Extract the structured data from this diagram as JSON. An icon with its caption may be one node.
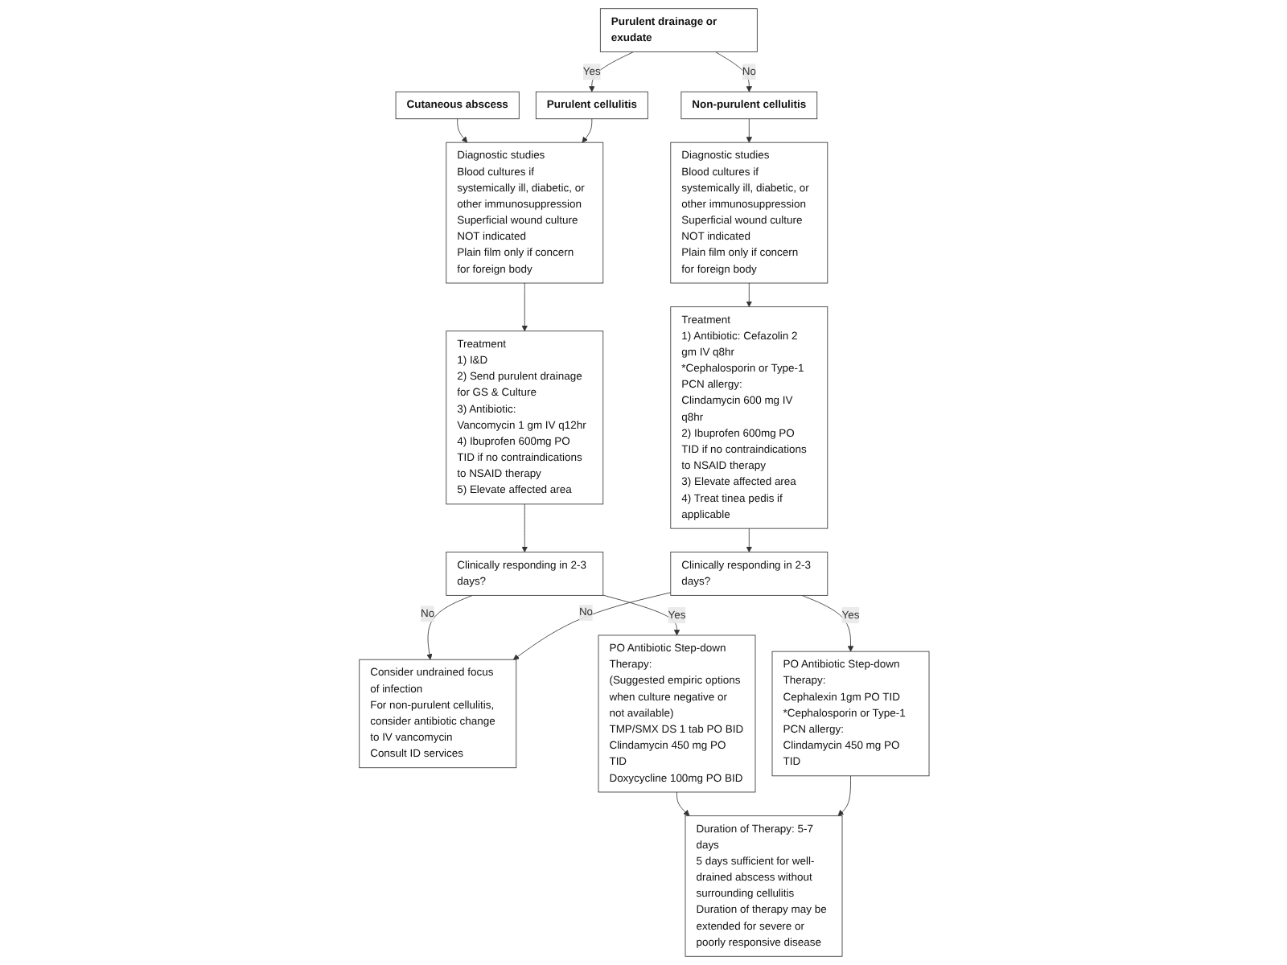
{
  "diagram": {
    "nodes": [
      {
        "text": [
          "Cutaneous abscess"
        ]
      },
      {
        "text": [
          "Purulent drainage or exudate"
        ]
      },
      {
        "text": [
          "Purulent cellulitis"
        ]
      },
      {
        "text": [
          "Non-purulent cellulitis"
        ]
      },
      {
        "text": [
          "Diagnostic studies",
          "Blood cultures if systemically ill, diabetic, or other immunosuppression",
          "Superficial wound culture NOT indicated",
          "Plain film only if concern for foreign body"
        ]
      },
      {
        "text": [
          "Diagnostic studies",
          "Blood cultures if systemically ill, diabetic, or other immunosuppression",
          "Superficial wound culture NOT indicated",
          "Plain film only if concern for foreign body"
        ]
      },
      {
        "text": [
          "Treatment",
          "1) I&D",
          "2) Send purulent drainage for GS & Culture",
          "3) Antibiotic:",
          "Vancomycin 1 gm IV q12hr",
          "4) Ibuprofen 600mg PO TID if no contraindications to NSAID therapy",
          "5) Elevate affected area"
        ]
      },
      {
        "text": [
          "Clinically responding in 2-3 days?"
        ]
      },
      {
        "text": [
          "Consider undrained focus of infection",
          "For non-purulent cellulitis, consider antibiotic change to IV vancomycin",
          "Consult ID services"
        ]
      },
      {
        "text": [
          "Treatment",
          "1) Antibiotic: Cefazolin 2 gm IV q8hr",
          "*Cephalosporin or Type-1 PCN allergy:",
          "Clindamycin 600 mg IV q8hr",
          "2) Ibuprofen 600mg PO TID if no contraindications to NSAID therapy",
          "3) Elevate affected area",
          "4) Treat tinea pedis if applicable"
        ]
      },
      {
        "text": [
          "PO Antibiotic Step-down Therapy:",
          "(Suggested empiric options when culture negative or not available)",
          "TMP/SMX DS 1 tab PO BID",
          "Clindamycin 450 mg PO TID",
          "Doxycycline 100mg PO BID"
        ]
      },
      {
        "text": [
          "Clinically responding in 2-3 days?"
        ]
      },
      {
        "text": [
          "Duration of Therapy: 5-7 days",
          "5 days sufficient for well-drained abscess without surrounding cellulitis",
          "Duration of therapy may be extended for severe or poorly responsive disease"
        ]
      },
      {
        "text": [
          "PO Antibiotic Step-down Therapy:",
          "Cephalexin 1gm PO TID",
          "*Cephalosporin or Type-1 PCN allergy:",
          "Clindamycin 450 mg PO TID"
        ]
      }
    ],
    "edges": [
      {
        "from": 0,
        "to": 4,
        "arrow": "to"
      },
      {
        "from": 1,
        "to": 2,
        "arrow": "to",
        "label": "Yes"
      },
      {
        "from": 1,
        "to": 3,
        "arrow": "to",
        "label": "No"
      },
      {
        "from": 2,
        "to": 4,
        "arrow": "to"
      },
      {
        "from": 3,
        "to": 5,
        "arrow": "to"
      },
      {
        "from": 4,
        "to": 6,
        "arrow": "to"
      },
      {
        "from": 6,
        "to": 7,
        "arrow": "to"
      },
      {
        "from": 7,
        "to": 8,
        "arrow": "to",
        "label": "No"
      },
      {
        "from": 7,
        "to": 10,
        "arrow": "to",
        "label": "Yes"
      },
      {
        "from": 5,
        "to": 9,
        "arrow": "to"
      },
      {
        "from": 9,
        "to": 11,
        "arrow": "to"
      },
      {
        "from": 11,
        "to": 8,
        "arrow": "to",
        "label": "No"
      },
      {
        "from": 11,
        "to": 13,
        "arrow": "to",
        "label": "Yes"
      },
      {
        "from": 10,
        "to": 12,
        "arrow": "to"
      },
      {
        "from": 13,
        "to": 12,
        "arrow": "to"
      }
    ]
  }
}
